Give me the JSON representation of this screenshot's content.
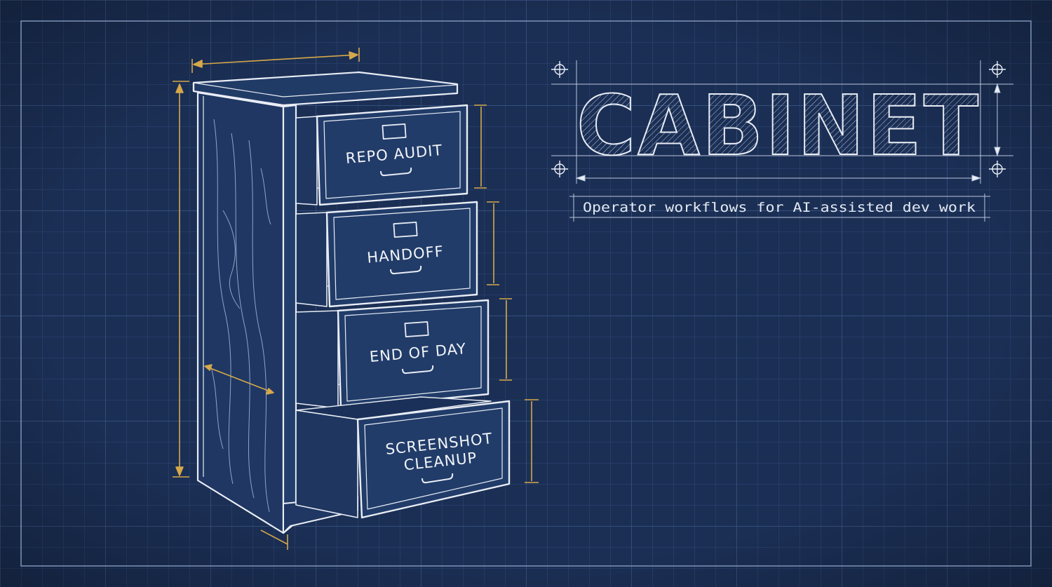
{
  "title": "CABINET",
  "subtitle": "Operator workflows for AI-assisted dev work",
  "drawers": [
    {
      "lines": [
        "REPO AUDIT"
      ]
    },
    {
      "lines": [
        "HANDOFF"
      ]
    },
    {
      "lines": [
        "END OF DAY"
      ]
    },
    {
      "lines": [
        "SCREENSHOT",
        "CLEANUP"
      ]
    }
  ],
  "colors": {
    "background": "#1b2f55",
    "grid": "#3a5585",
    "line": "#e9edf5",
    "dimension": "#d6a84a"
  }
}
